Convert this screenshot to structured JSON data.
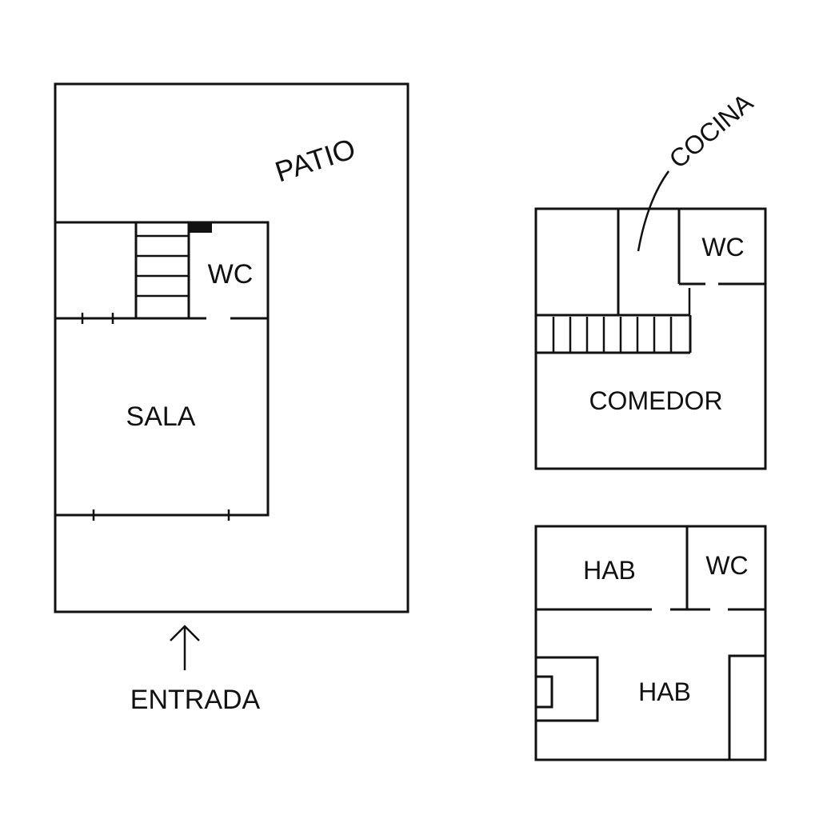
{
  "ground_floor": {
    "patio": "PATIO",
    "wc": "WC",
    "sala": "SALA",
    "entrada": "ENTRADA"
  },
  "first_floor": {
    "cocina": "COCINA",
    "wc": "WC",
    "comedor": "COMEDOR"
  },
  "second_floor": {
    "hab_top": "HAB",
    "wc": "WC",
    "hab_main": "HAB"
  }
}
